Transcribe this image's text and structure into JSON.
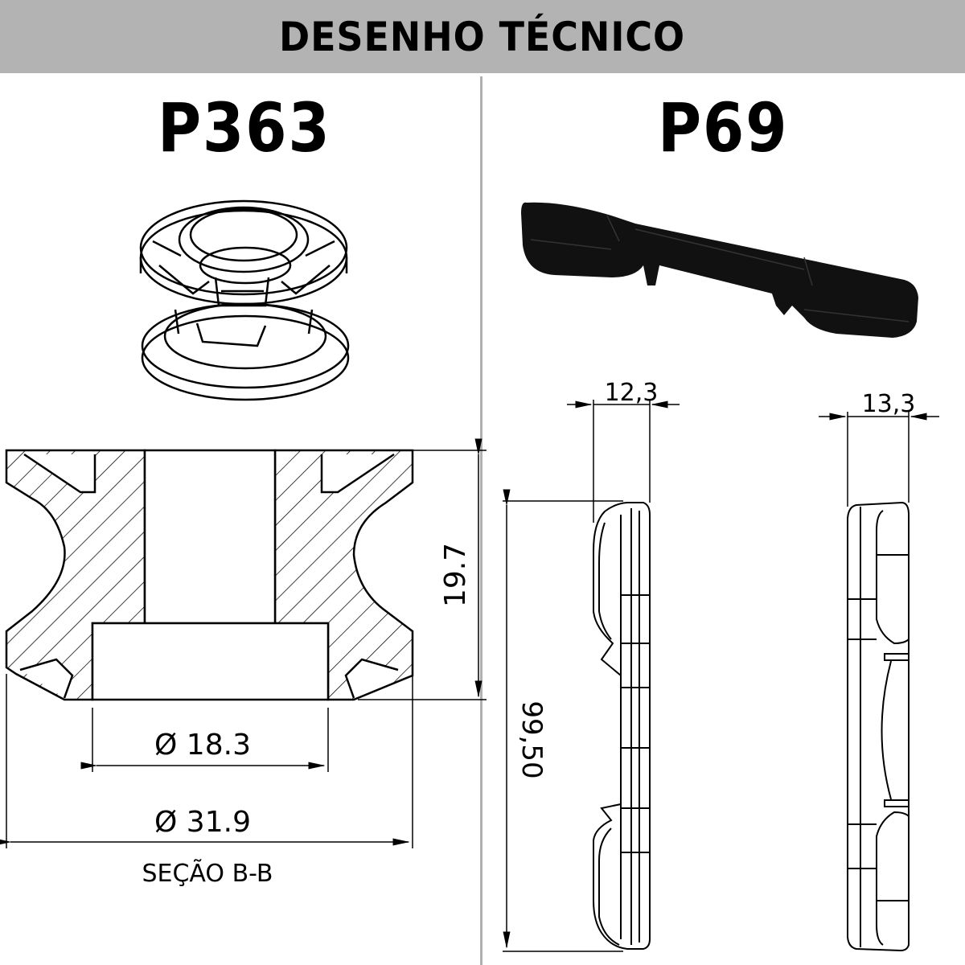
{
  "header": {
    "title": "DESENHO TÉCNICO",
    "background": "#b3b3b3"
  },
  "parts": [
    {
      "code": "P363",
      "isometric_view": "ring-bushing-isometric",
      "section": {
        "label": "SEÇÃO B-B",
        "dimensions": {
          "height": "19.7",
          "inner_diameter": "Ø 18.3",
          "outer_diameter": "Ø 31.9"
        }
      }
    },
    {
      "code": "P69",
      "isometric_view": "bar-clip-isometric",
      "views": {
        "side_width": "12,3",
        "front_width": "13,3",
        "length": "99,50"
      }
    }
  ]
}
